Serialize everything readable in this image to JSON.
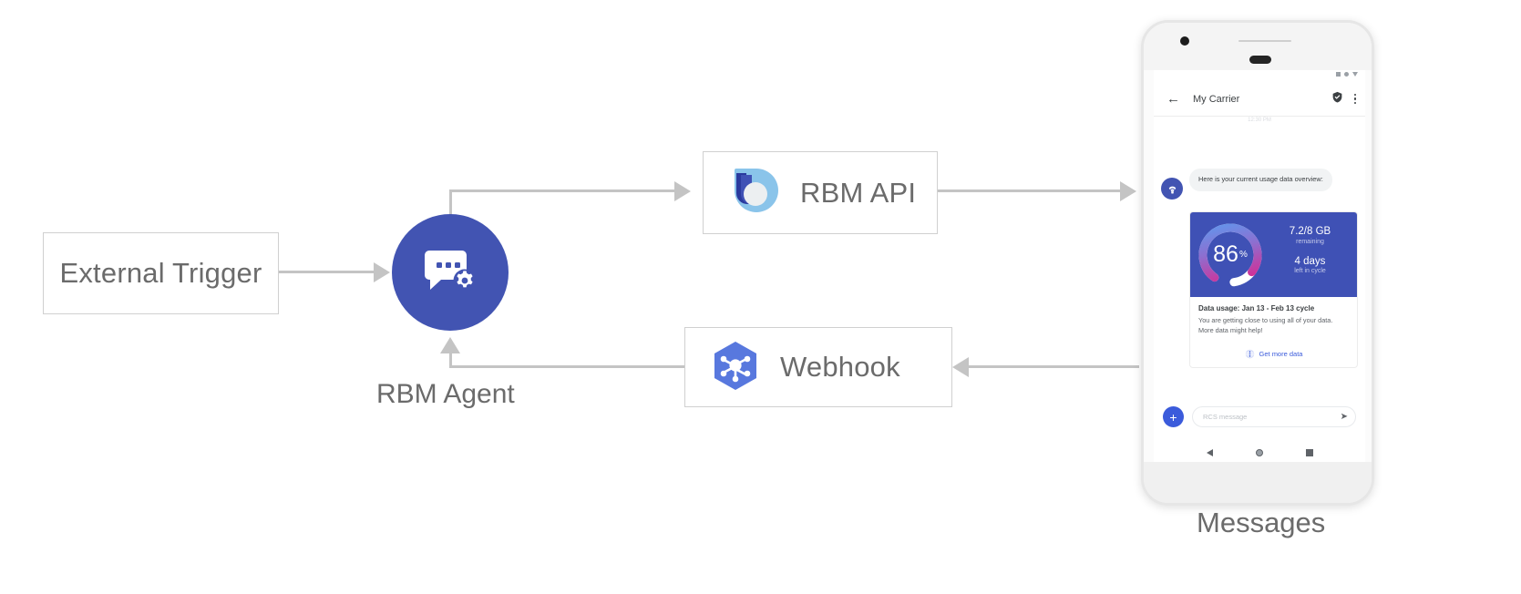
{
  "diagram": {
    "nodes": {
      "external_trigger": {
        "label": "External Trigger"
      },
      "rbm_agent": {
        "caption": "RBM Agent",
        "icon": "chat-gear-icon"
      },
      "rbm_api": {
        "label": "RBM API",
        "icon": "rbm-api-droplet-icon"
      },
      "webhook": {
        "label": "Webhook",
        "icon": "webhook-hexagon-icon"
      },
      "device": {
        "caption": "Messages"
      }
    },
    "colors": {
      "agent_blue": "#4254b2",
      "connector_gray": "#c4c4c4",
      "card_indigo": "#3f51b5",
      "action_blue": "#3b5bdb"
    }
  },
  "phone": {
    "status_bar": {
      "icons": [
        "signal-square-icon",
        "signal-circle-icon",
        "battery-triangle-icon"
      ]
    },
    "app_bar": {
      "back_icon": "back-arrow-icon",
      "title": "My Carrier",
      "verified_icon": "verified-shield-icon",
      "overflow_icon": "overflow-menu-icon"
    },
    "timestamp": "12:30 PM",
    "message": {
      "avatar_icon": "carrier-avatar-icon",
      "text": "Here is your current usage data overview:"
    },
    "rich_card": {
      "gauge": {
        "value": "86",
        "unit": "%",
        "percent": 86
      },
      "stats": [
        {
          "primary": "7.2/8 GB",
          "secondary": "remaining"
        },
        {
          "primary": "4 days",
          "secondary": "left in cycle"
        }
      ],
      "title": "Data usage: Jan 13 - Feb 13 cycle",
      "description": "You are getting close to using all of your data. More data might help!",
      "action": {
        "icon": "globe-icon",
        "label": "Get more data"
      }
    },
    "composer": {
      "plus_icon": "add-icon",
      "placeholder": "RCS message",
      "send_icon": "send-icon"
    },
    "nav_bar": {
      "items": [
        "nav-back-icon",
        "nav-home-icon",
        "nav-recents-icon"
      ]
    }
  }
}
